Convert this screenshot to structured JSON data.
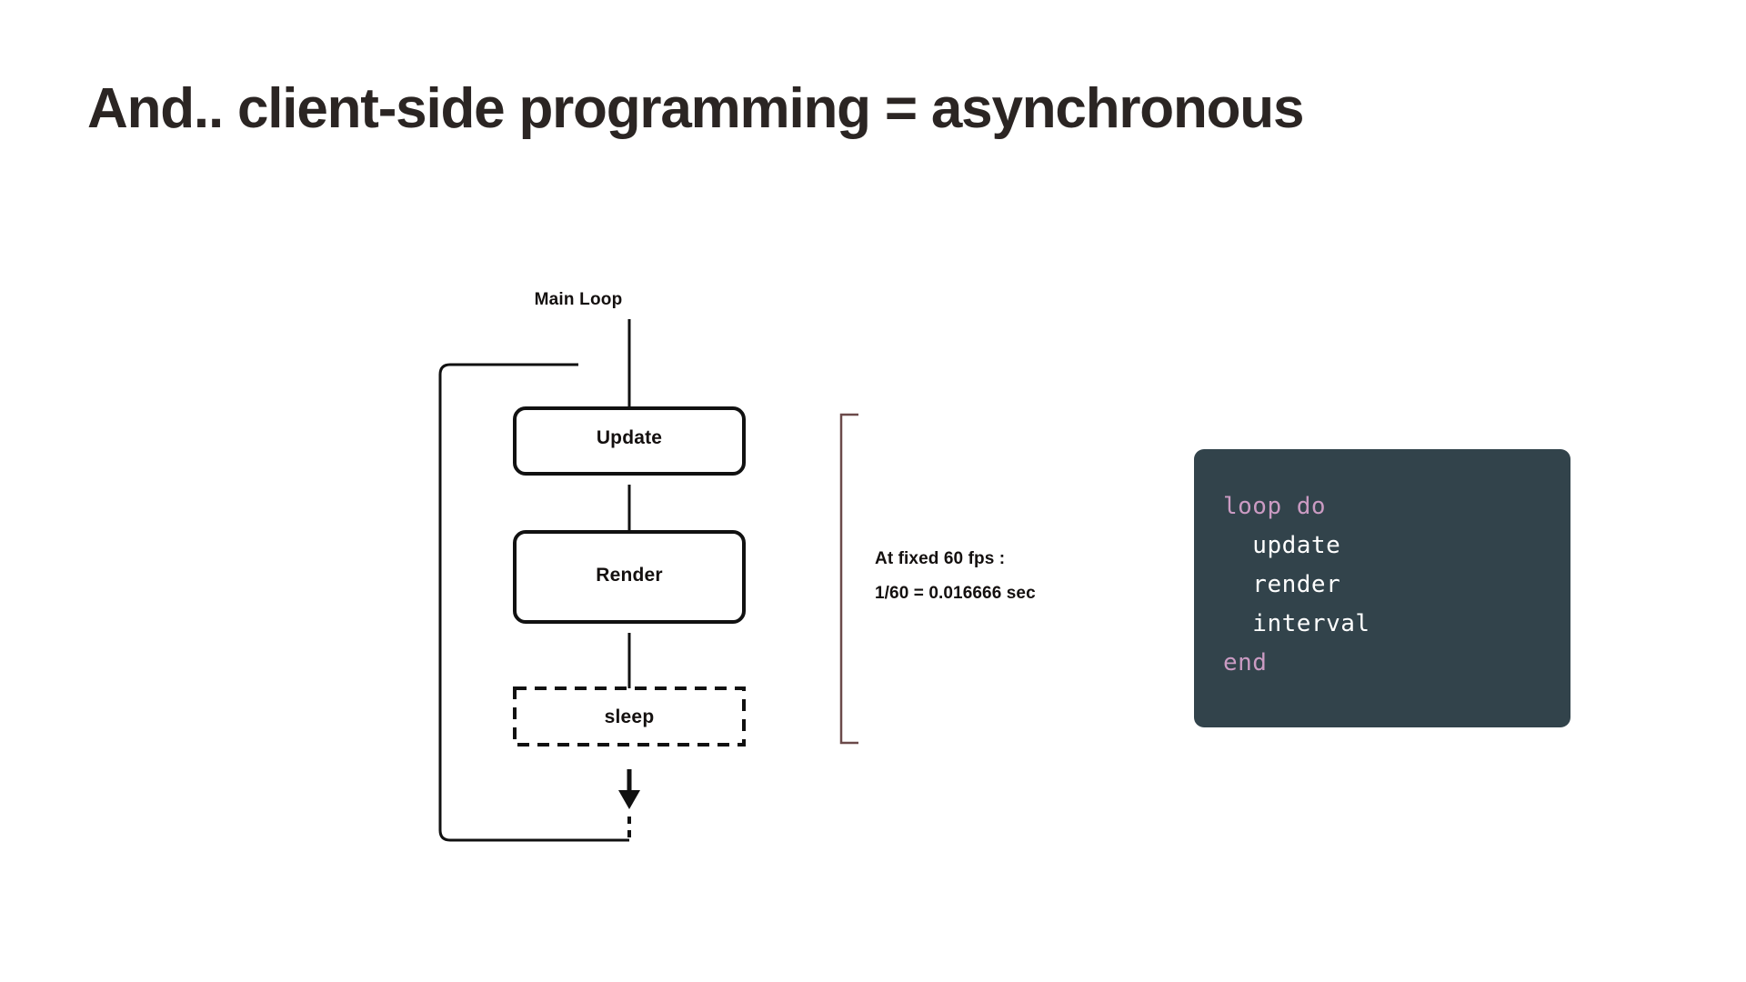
{
  "slide": {
    "title": "And.. client-side programming = asynchronous",
    "title_color": "#2b2523",
    "background": "#ffffff"
  },
  "diagram": {
    "entry_label": "Main Loop",
    "nodes": [
      {
        "id": "update",
        "label": "Update",
        "border": "solid"
      },
      {
        "id": "render",
        "label": "Render",
        "border": "solid"
      },
      {
        "id": "sleep",
        "label": "sleep",
        "border": "dashed"
      }
    ],
    "annotation": {
      "line1": "At fixed 60 fps :",
      "line2": "1/60 = 0.016666 sec",
      "bracket_color": "#6b4a4a"
    },
    "loop_back": true,
    "stroke_color": "#111111"
  },
  "code_card": {
    "background": "#32434b",
    "keyword_color": "#cb9bc3",
    "text_color": "#ffffff",
    "lines": [
      {
        "keyword": "loop do",
        "body": ""
      },
      {
        "keyword": "",
        "body": "  update"
      },
      {
        "keyword": "",
        "body": "  render"
      },
      {
        "keyword": "",
        "body": "  interval"
      },
      {
        "keyword": "end",
        "body": ""
      }
    ],
    "line_0_kw": "loop do",
    "line_1": "  update",
    "line_2": "  render",
    "line_3": "  interval",
    "line_4_kw": "end"
  }
}
